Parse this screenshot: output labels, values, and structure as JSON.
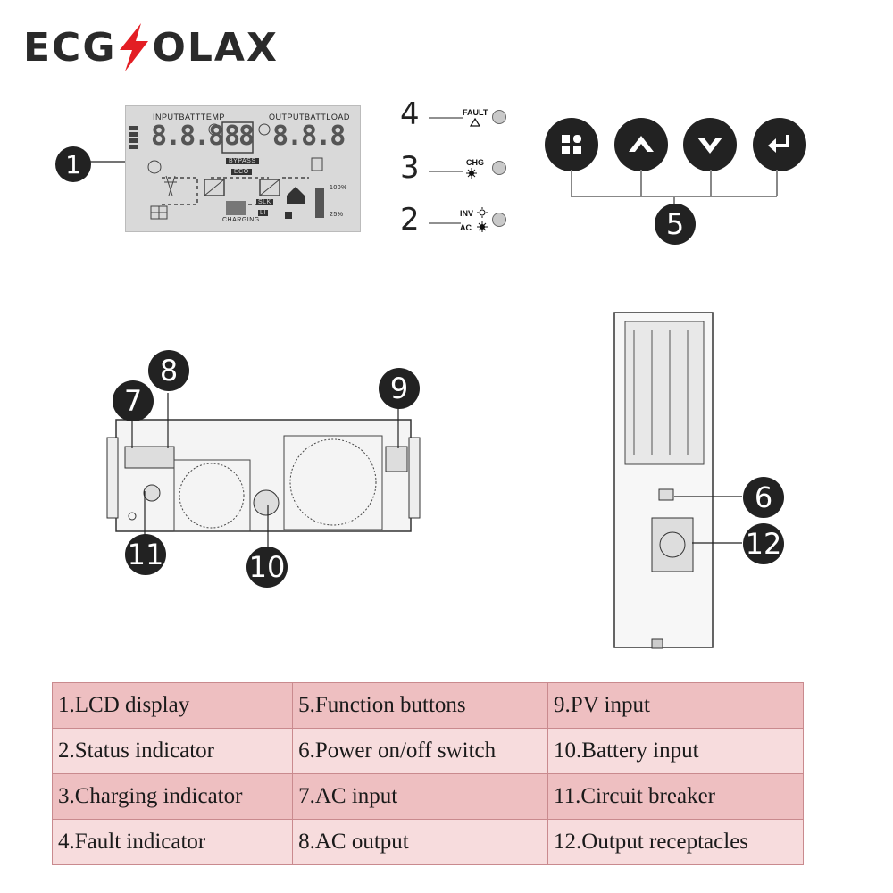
{
  "brand": {
    "left": "ECG",
    "right": "OLAX",
    "accent_color": "#e31e24"
  },
  "lcd": {
    "header_left": "INPUTBATTTEMP",
    "header_right": "OUTPUTBATTLOAD",
    "digits_left": "8.8.8",
    "digits_mid": "88",
    "digits_right": "8.8.8",
    "bypass": "BYPASS",
    "eco": "ECO",
    "charging": "CHARGING",
    "slk": "SLK",
    "li": "LI",
    "pct_100": "100%",
    "pct_25": "25%"
  },
  "indicators": {
    "fault": {
      "number": "4",
      "label": "FAULT"
    },
    "chg": {
      "number": "3",
      "label": "CHG"
    },
    "status": {
      "number": "2",
      "label_inv": "INV",
      "label_ac": "AC"
    }
  },
  "callouts": {
    "lcd": "1",
    "buttons": "5",
    "switch": "6",
    "ac_in": "7",
    "ac_out": "8",
    "pv": "9",
    "battery": "10",
    "breaker": "11",
    "receptacle": "12"
  },
  "legend": {
    "rows": [
      [
        "1.LCD display",
        "5.Function buttons",
        "9.PV input"
      ],
      [
        "2.Status indicator",
        "6.Power on/off switch",
        "10.Battery input"
      ],
      [
        "3.Charging indicator",
        "7.AC input",
        "11.Circuit breaker"
      ],
      [
        "4.Fault indicator",
        "8.AC output",
        "12.Output receptacles"
      ]
    ]
  }
}
